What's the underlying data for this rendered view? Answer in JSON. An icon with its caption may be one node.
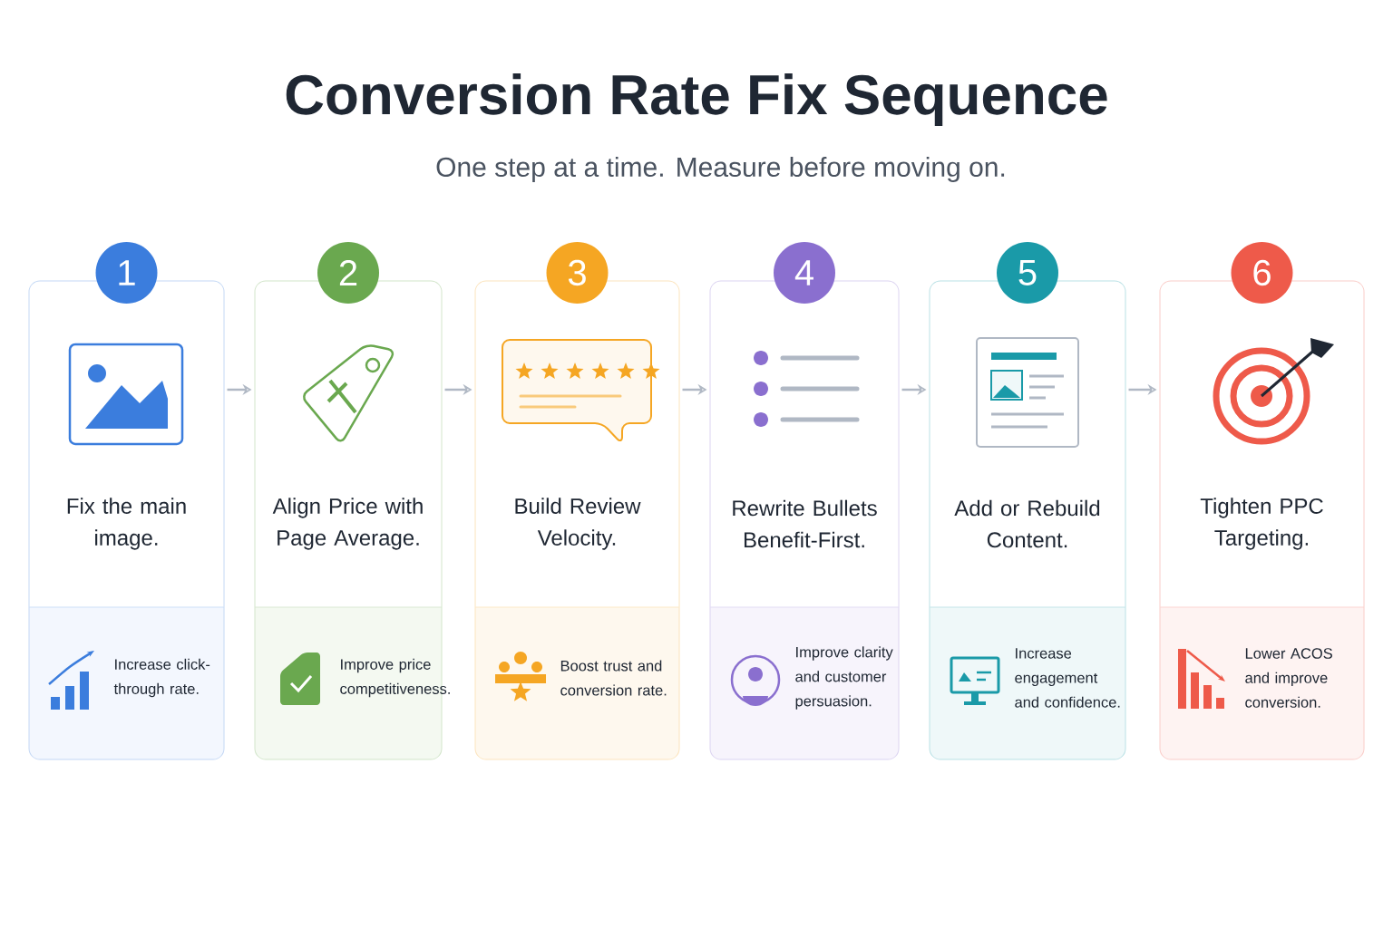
{
  "diagram": {
    "title": "Conversion Rate Fix Sequence",
    "caption": "One step at a time. Measure before moving on.",
    "nodes": [
      {
        "text": [
          "1",
          "Fix the main image.",
          "Increase click-through rate."
        ]
      },
      {
        "text": [
          "2",
          "Align Price with Page Average.",
          "Improve price competitiveness."
        ]
      },
      {
        "text": [
          "3",
          "Build Review Velocity.",
          "Boost trust and conversion rate."
        ]
      },
      {
        "text": [
          "4",
          "Rewrite Bullets Benefit-First.",
          "Improve clarity and customer persuasion."
        ]
      },
      {
        "text": [
          "5",
          "Add or Rebuild Content.",
          "Increase engagement and confidence."
        ]
      },
      {
        "text": [
          "6",
          "Tighten PPC Targeting.",
          "Lower ACOS and improve conversion."
        ]
      }
    ],
    "edges": [
      {
        "from": 0,
        "to": 1,
        "arrow": "to"
      },
      {
        "from": 1,
        "to": 2,
        "arrow": "to"
      },
      {
        "from": 2,
        "to": 3,
        "arrow": "to"
      },
      {
        "from": 3,
        "to": 4,
        "arrow": "to"
      },
      {
        "from": 4,
        "to": 5,
        "arrow": "to"
      }
    ]
  }
}
